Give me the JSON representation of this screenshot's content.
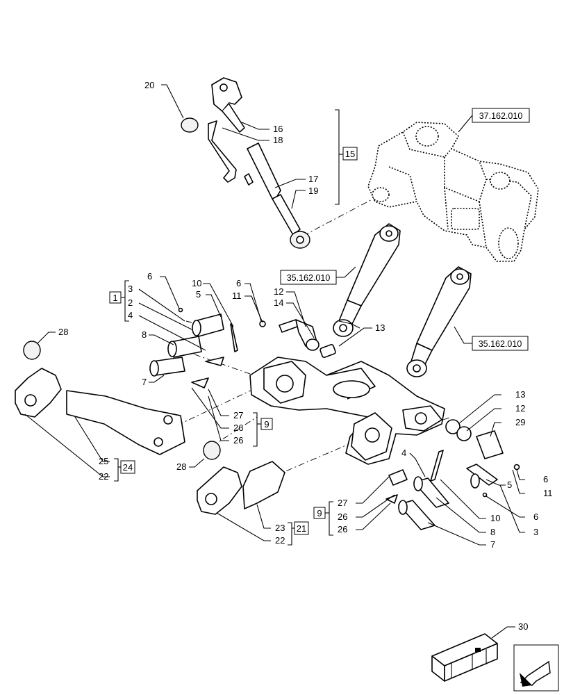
{
  "references": {
    "hitch_ref": "37.162.010",
    "cylinder_left_ref": "35.162.010",
    "cylinder_right_ref": "35.162.010"
  },
  "groups": {
    "g15": "15",
    "g1": "1",
    "g9_top": "9",
    "g24": "24",
    "g21": "21",
    "g9_bottom": "9"
  },
  "callouts": {
    "c20": "20",
    "c16": "16",
    "c18": "18",
    "c17": "17",
    "c19": "19",
    "c6a": "6",
    "c3a": "3",
    "c2a": "2",
    "c4a": "4",
    "c10a": "10",
    "c5a": "5",
    "c6b": "6",
    "c11a": "11",
    "c12a": "12",
    "c14a": "14",
    "c13a": "13",
    "c28a": "28",
    "c8a": "8",
    "c7a": "7",
    "c27a": "27",
    "c26a": "26",
    "c26b": "26",
    "c25a": "25",
    "c22a": "22",
    "c28b": "28",
    "c13b": "13",
    "c12b": "12",
    "c29a": "29",
    "c4b": "4",
    "c6c": "6",
    "c5b": "5",
    "c11b": "11",
    "c27b": "27",
    "c26c": "26",
    "c26d": "26",
    "c10b": "10",
    "c8b": "8",
    "c6d": "6",
    "c3b": "3",
    "c7b": "7",
    "c23a": "23",
    "c22b": "22",
    "c30a": "30"
  }
}
